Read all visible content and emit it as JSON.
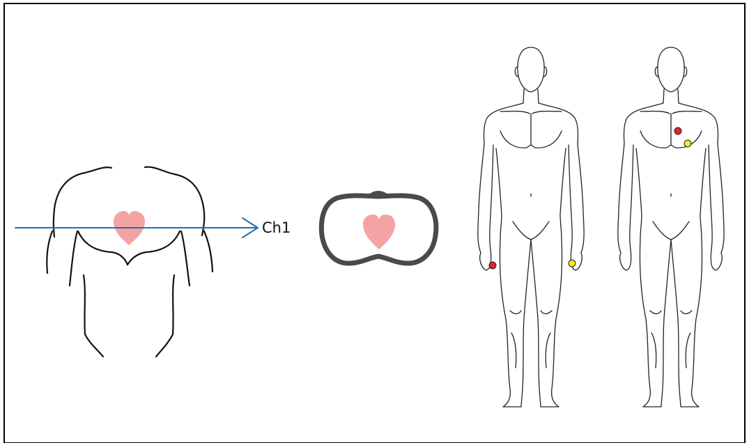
{
  "diagram": {
    "channel_label": "Ch1",
    "colors": {
      "outline": "#111111",
      "heart": "#f3a3a3",
      "arrow": "#1f6fb2",
      "torso_section": "#4a4a4a",
      "electrode_red": "#e0252d",
      "electrode_yellow": "#f2ea12"
    },
    "panels": [
      {
        "name": "torso-front-with-lead-axis",
        "icons": [
          "torso-outline-icon",
          "heart-icon",
          "arrow-icon"
        ]
      },
      {
        "name": "torso-cross-section",
        "icons": [
          "cross-section-icon",
          "heart-icon"
        ]
      },
      {
        "name": "body-hand-electrodes",
        "electrodes": [
          "red",
          "yellow"
        ]
      },
      {
        "name": "body-chest-electrodes",
        "electrodes": [
          "red",
          "yellow"
        ]
      }
    ]
  }
}
